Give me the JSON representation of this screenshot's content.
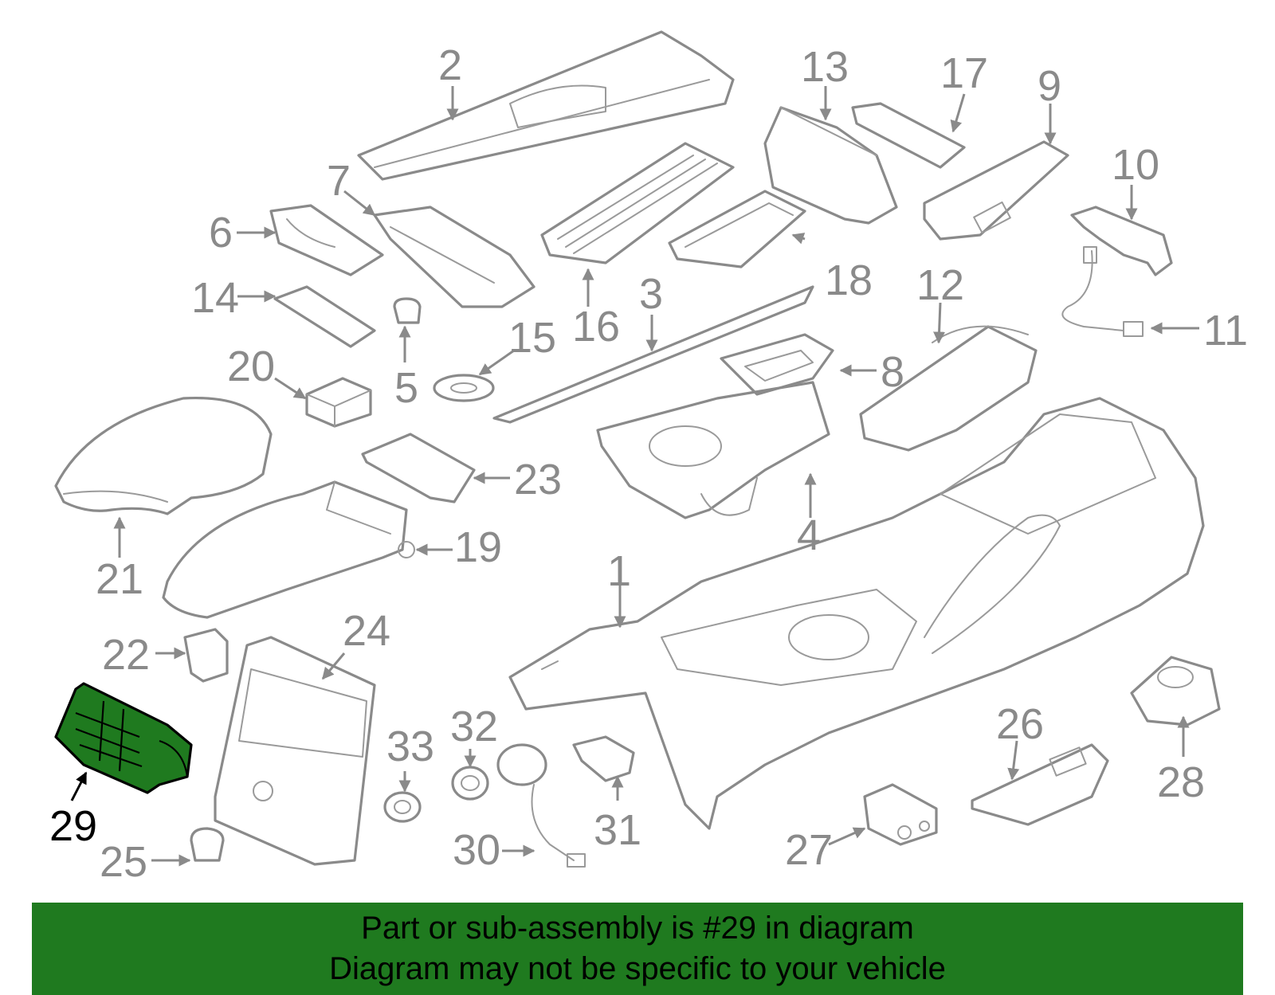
{
  "diagram": {
    "highlight_color": "#1f7a1f",
    "highlighted_part": "29",
    "callouts": [
      "1",
      "2",
      "3",
      "4",
      "5",
      "6",
      "7",
      "8",
      "9",
      "10",
      "11",
      "12",
      "13",
      "14",
      "15",
      "16",
      "17",
      "18",
      "19",
      "20",
      "21",
      "22",
      "23",
      "24",
      "25",
      "26",
      "27",
      "28",
      "29",
      "30",
      "31",
      "32",
      "33"
    ]
  },
  "banner": {
    "line1": "Part or sub-assembly is #29 in diagram",
    "line2": "Diagram may not be specific to your vehicle"
  }
}
